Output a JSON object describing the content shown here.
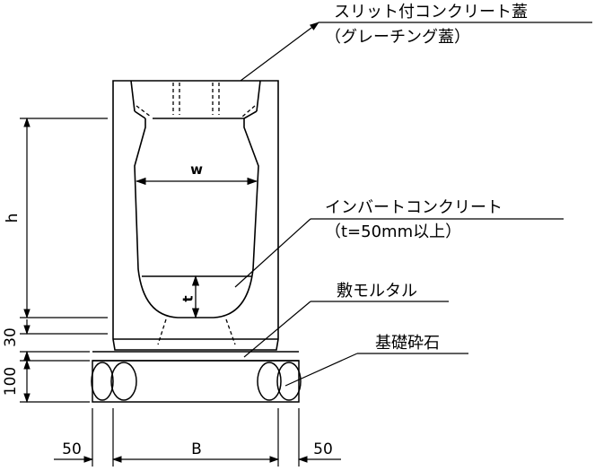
{
  "labels": {
    "slit_lid": "スリット付コンクリート蓋",
    "grating_lid": "（グレーチング蓋）",
    "invert": "インバートコンクリート",
    "invert_note": "（t=50mm以上）",
    "mortar": "敷モルタル",
    "gravel": "基礎砕石"
  },
  "dimensions": {
    "h": "h",
    "d30": "30",
    "d100": "100",
    "left50": "50",
    "B": "B",
    "right50": "50",
    "w": "w",
    "t": "t"
  }
}
